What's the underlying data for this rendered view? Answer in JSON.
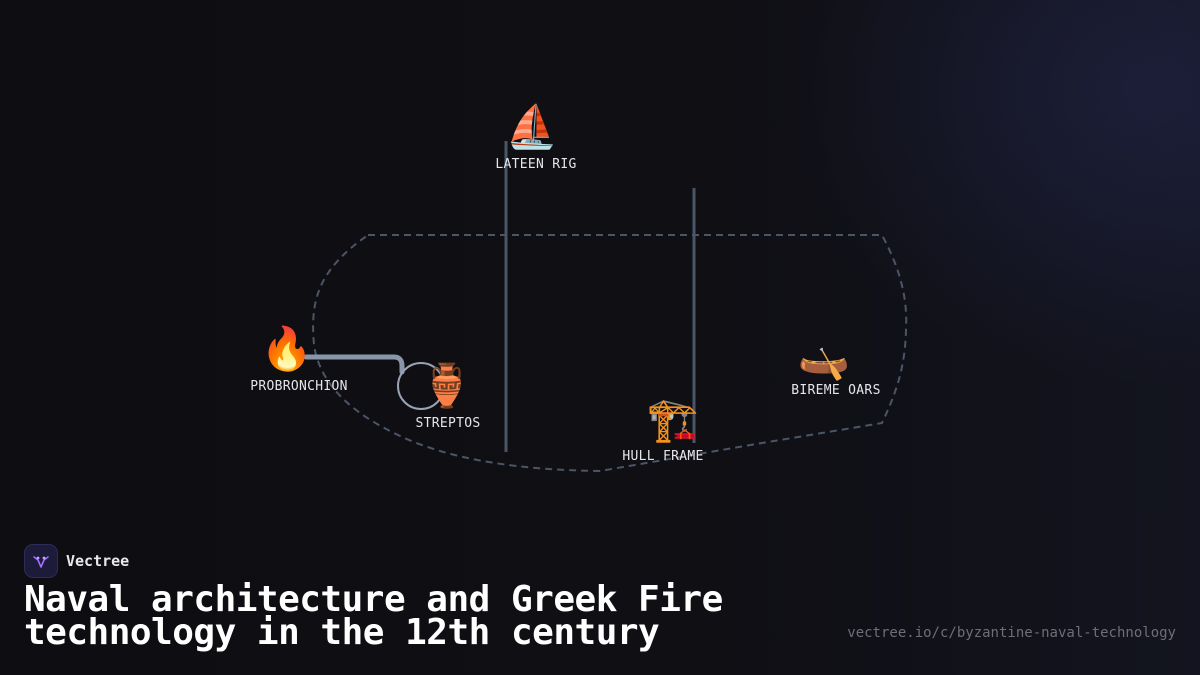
{
  "brand": {
    "name": "Vectree",
    "logo_icon": "vectree-logo-icon",
    "logo_color": "#a36bff"
  },
  "title": {
    "line1": "Naval architecture and Greek Fire",
    "line2": "technology in the 12th century"
  },
  "url": "vectree.io/c/byzantine-naval-technology",
  "colors": {
    "background": "#0e0e13",
    "outline": "#4a5668",
    "line": "#4a5668",
    "connector": "#8a95aa",
    "label": "#e6e6ea",
    "url": "#6e6e78"
  },
  "nodes": [
    {
      "id": "lateen-rig",
      "label": "LATEEN RIG",
      "emoji": "⛵",
      "icon": "sailboat-icon"
    },
    {
      "id": "probronchion",
      "label": "PROBRONCHION",
      "emoji": "🔥",
      "icon": "fire-icon"
    },
    {
      "id": "streptos",
      "label": "STREPTOS",
      "emoji": "🏺",
      "icon": "amphora-icon"
    },
    {
      "id": "hull-frame",
      "label": "HULL FRAME",
      "emoji": "🏗️",
      "icon": "crane-icon"
    },
    {
      "id": "bireme-oars",
      "label": "BIREME OARS",
      "emoji": "🛶",
      "icon": "canoe-icon"
    }
  ]
}
